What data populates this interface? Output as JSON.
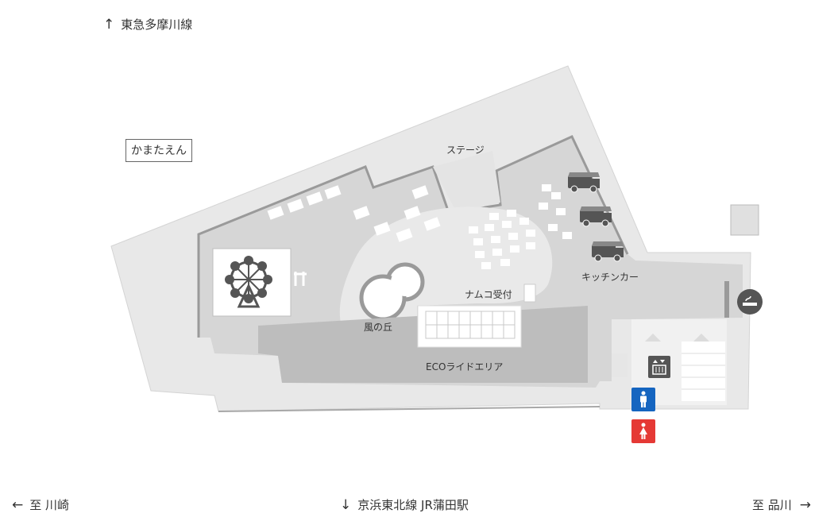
{
  "directions": {
    "north": "東急多摩川線",
    "west": "至 川崎",
    "south": "京浜東北線 JR蒲田駅",
    "east": "至 品川"
  },
  "areas": {
    "kamataen": "かまたえん",
    "stage": "ステージ",
    "kitchen_car": "キッチンカー",
    "namco_reception": "ナムコ受付",
    "kaze_no_oka": "風の丘",
    "eco_ride_area": "ECOライドエリア"
  },
  "icons": [
    "ferris-wheel-icon",
    "food-truck-icon",
    "smoking-area-icon",
    "elevator-icon",
    "mens-restroom-icon",
    "womens-restroom-icon"
  ],
  "colors": {
    "mens_restroom": "#1565c0",
    "womens_restroom": "#e53935",
    "smoking": "#555555",
    "elevator": "#555555"
  }
}
